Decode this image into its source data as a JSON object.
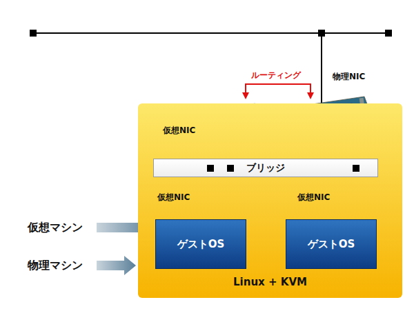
{
  "diagram": {
    "nodes": [
      {
        "text": [
          "Linux + KVM"
        ]
      },
      {
        "text": [
          "ブリッジ"
        ],
        "in": 0
      },
      {
        "text": [
          "ゲストOS"
        ],
        "in": 0
      },
      {
        "text": [
          "ゲストOS"
        ],
        "in": 0
      }
    ],
    "edges": [
      {
        "from": 1,
        "to": 2,
        "arrow": "none"
      },
      {
        "from": 1,
        "to": 3,
        "arrow": "none"
      }
    ],
    "labels": [
      "仮想NIC",
      "物理NIC",
      "ルーティング",
      "仮想NIC",
      "仮想NIC",
      "仮想マシン",
      "物理マシン"
    ]
  }
}
